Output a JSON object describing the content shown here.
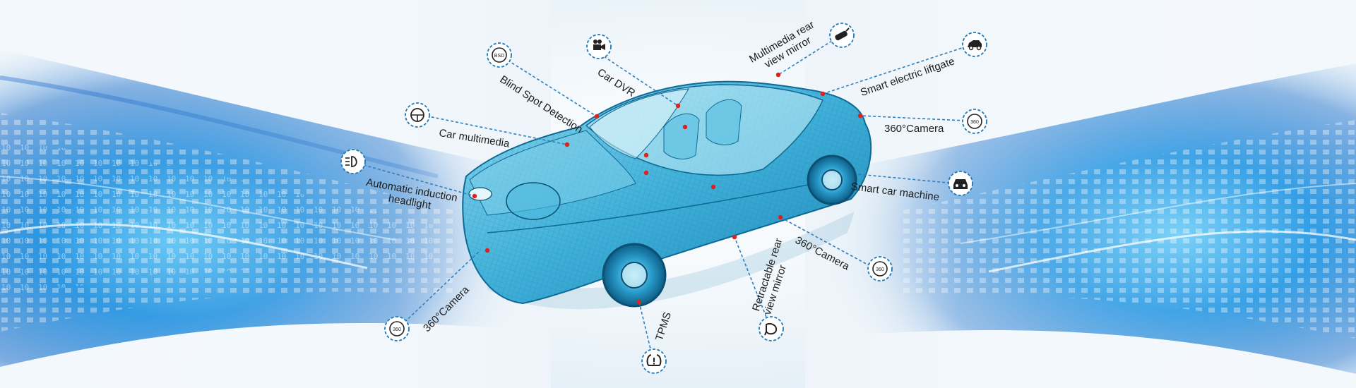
{
  "colors": {
    "accent_blue": "#1fa2e0",
    "deep_blue": "#0b5fc4",
    "wire_cyan": "#39b4d8",
    "dashed_line": "#2c7fc0",
    "point_red": "#e0201b",
    "label_text": "#1c1c1c"
  },
  "features": [
    {
      "id": "bsd",
      "icon": "bsd-badge-icon",
      "label": "Blind Spot Detection",
      "icon_text": "BSD"
    },
    {
      "id": "dvr",
      "icon": "camcorder-icon",
      "label": "Car DVR"
    },
    {
      "id": "mirror-multimedia",
      "icon": "rear-mirror-icon",
      "line1": "Multimedia rear",
      "line2": "view mirror"
    },
    {
      "id": "liftgate",
      "icon": "car-trunk-icon",
      "label": "Smart electric liftgate"
    },
    {
      "id": "camera-rear",
      "icon": "camera-360-icon",
      "label": "360°Camera",
      "icon_text": "360"
    },
    {
      "id": "car-machine",
      "icon": "car-front-icon",
      "label": "Smart car machine"
    },
    {
      "id": "camera-side",
      "icon": "camera-360-icon",
      "label": "360°Camera",
      "icon_text": "360"
    },
    {
      "id": "retractable-mirror",
      "icon": "side-mirror-icon",
      "line1": "Retractable rear",
      "line2": "view mirror"
    },
    {
      "id": "tpms",
      "icon": "tire-pressure-icon",
      "label": "TPMS"
    },
    {
      "id": "camera-front",
      "icon": "camera-360-icon",
      "label": "360°Camera",
      "icon_text": "360"
    },
    {
      "id": "headlight",
      "icon": "headlight-icon",
      "line1": "Automatic induction",
      "line2": "headlight"
    },
    {
      "id": "multimedia",
      "icon": "steering-wheel-icon",
      "label": "Car multimedia"
    }
  ]
}
